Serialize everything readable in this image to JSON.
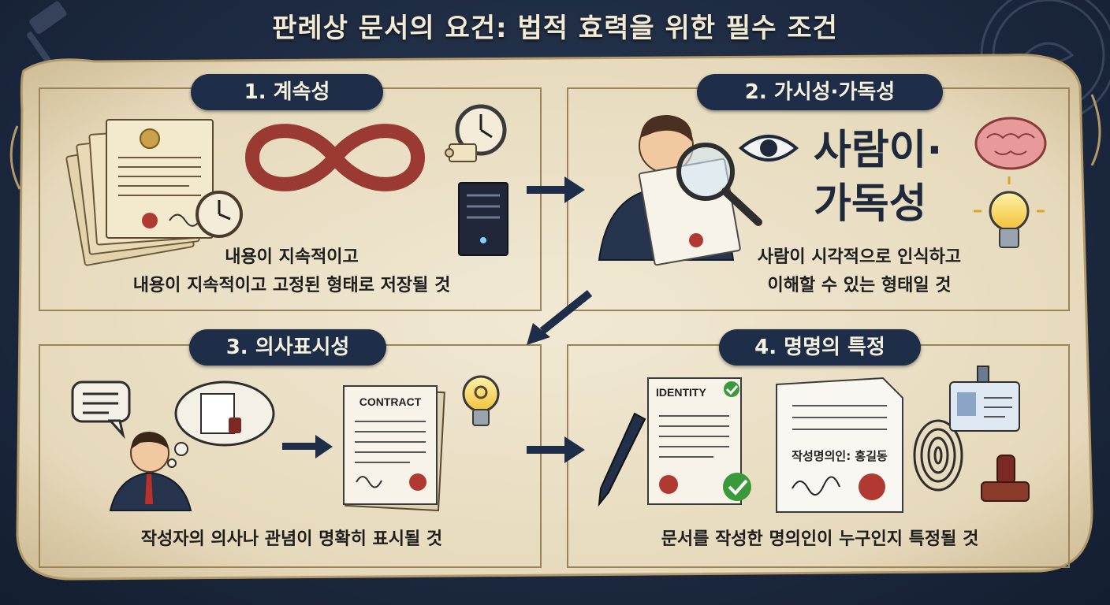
{
  "title": "판례상 문서의 요건: 법적 효력을 위한 필수 조건",
  "panels": [
    {
      "heading": "1. 계속성",
      "caption_line1": "내용이 지속적이고",
      "caption_line2": "내용이 지속적이고 고정된 형태로 저장될 것"
    },
    {
      "heading": "2. 가시성·가독성",
      "big_line1": "사람이·",
      "big_line2": "가독성",
      "caption_line1": "사람이 시각적으로 인식하고",
      "caption_line2": "이해할 수 있는 형태일 것"
    },
    {
      "heading": "3. 의사표시성",
      "contract_label": "CONTRACT",
      "caption_line1": "작성자의 의사나 관념이 명확히 표시될 것"
    },
    {
      "heading": "4. 명명의 특정",
      "identity_label": "IDENTITY",
      "author_label": "작성명의인: 홍길동",
      "caption_line1": "문서를 작성한 명의인이 누구인지 특정될 것"
    }
  ],
  "colors": {
    "background": "#1c2940",
    "parchment": "#ece2cb",
    "pill": "#1f2e48",
    "infinity": "#9a3a32",
    "arrow": "#1f2e48"
  }
}
